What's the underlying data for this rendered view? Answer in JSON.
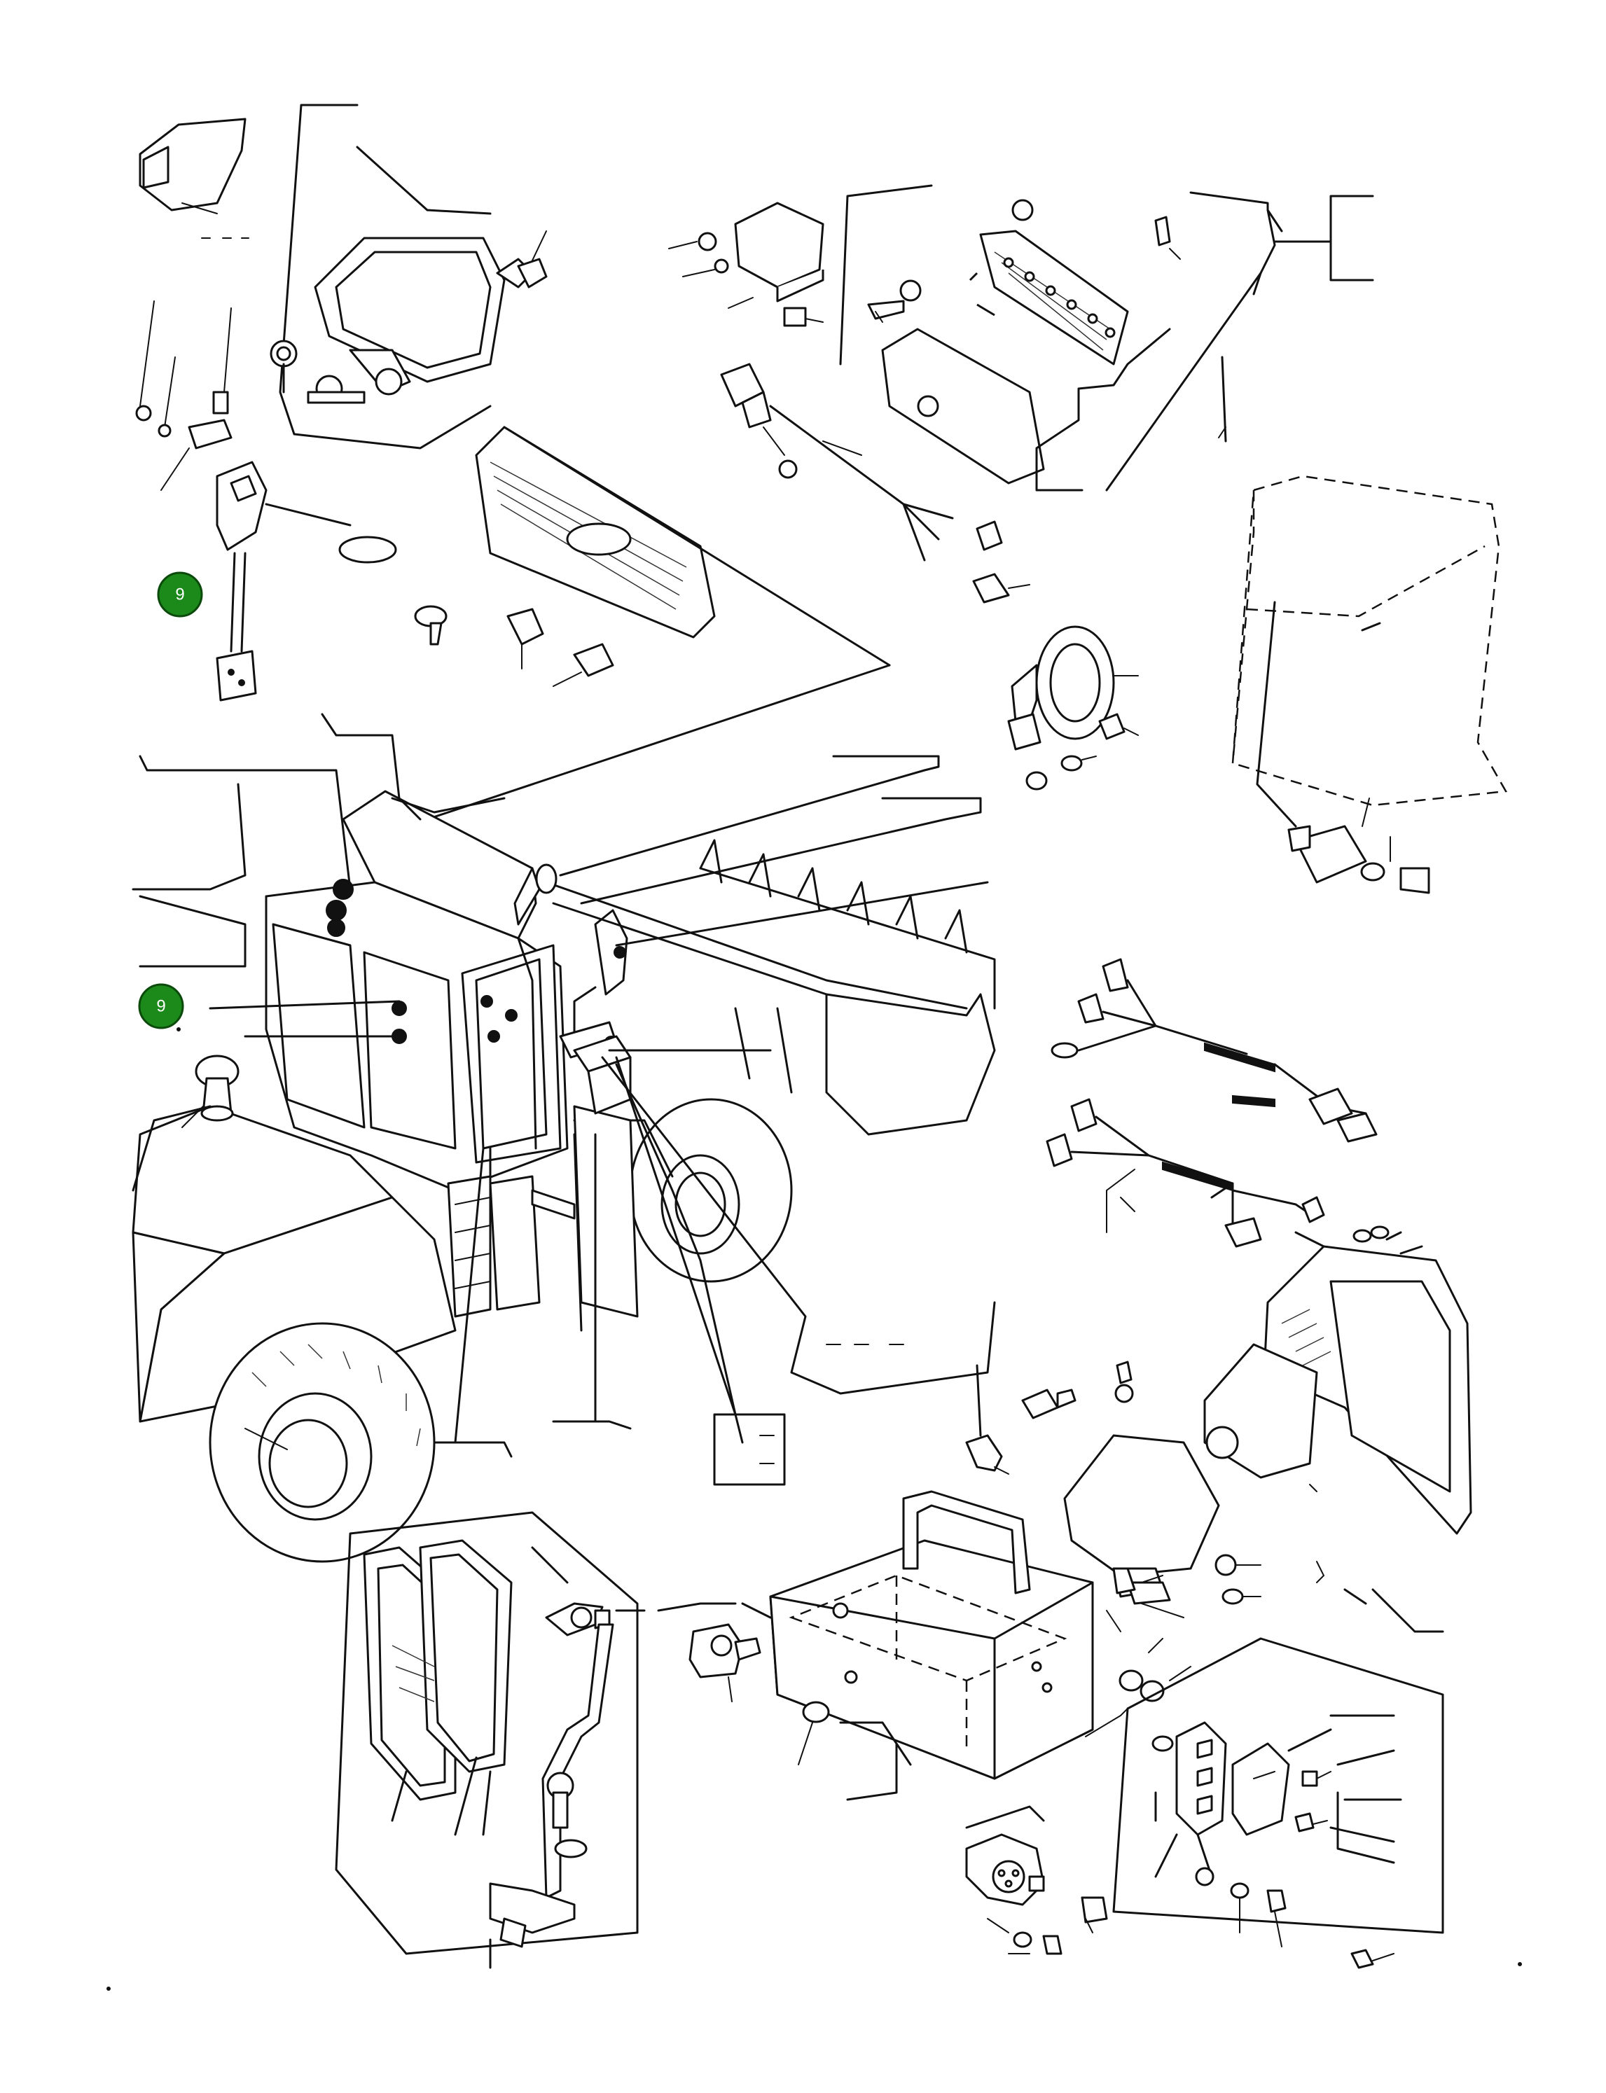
{
  "callouts": [
    {
      "id": "callout-1",
      "label": "9",
      "color": "#1b8a1b"
    },
    {
      "id": "callout-2",
      "label": "9",
      "color": "#1b8a1b"
    }
  ]
}
